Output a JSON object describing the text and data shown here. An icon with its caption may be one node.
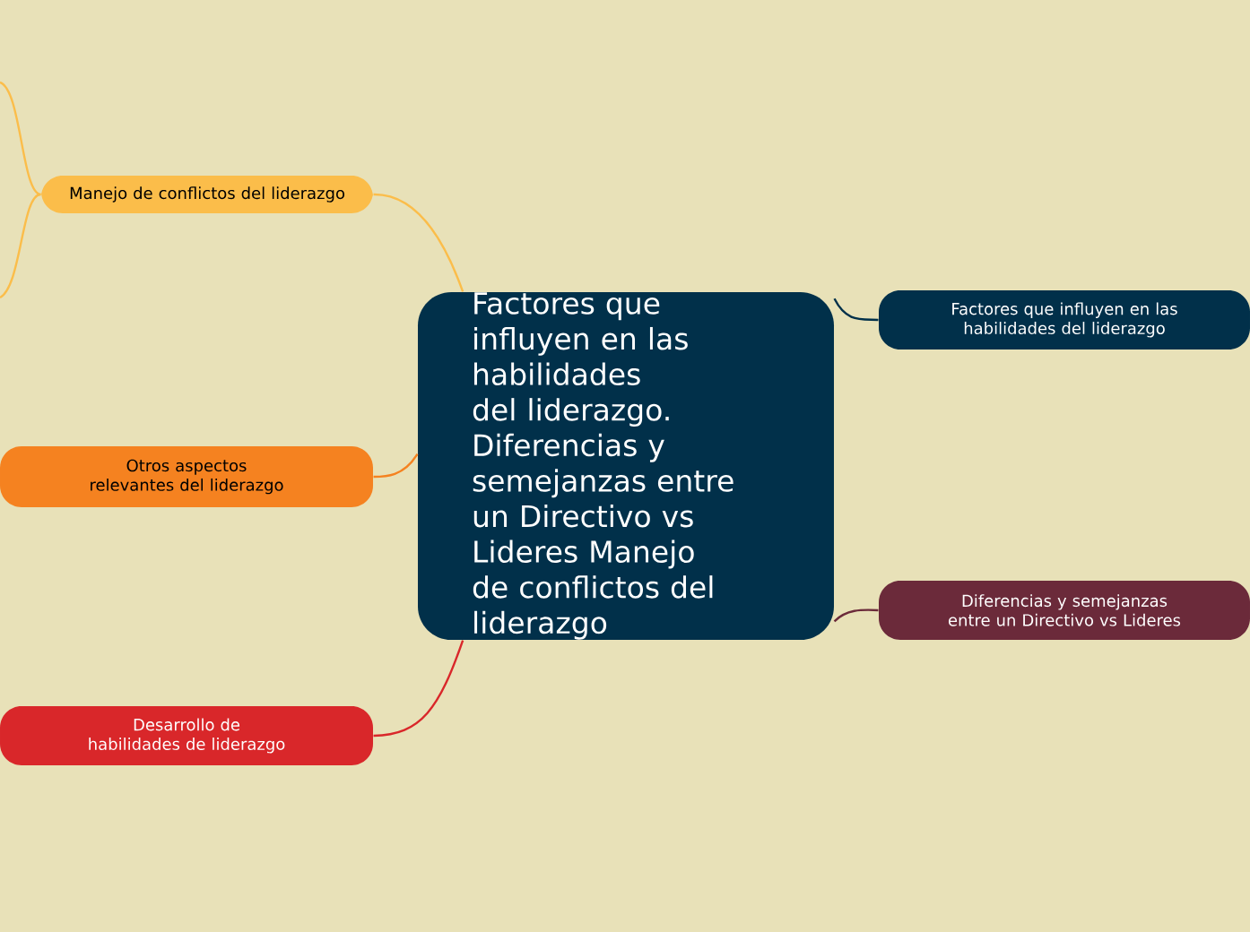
{
  "diagram": {
    "nodes": [
      {
        "text": [
          "Factores que influyen en las habilidades del liderazgo. Diferencias y semejanzas entre un Directivo vs Lideres Manejo de conflictos del liderazgo"
        ]
      },
      {
        "text": [
          "Manejo de conflictos del liderazgo"
        ]
      },
      {
        "text": [
          "Otros aspectos relevantes del liderazgo"
        ]
      },
      {
        "text": [
          "Desarrollo de habilidades de liderazgo"
        ]
      },
      {
        "text": [
          "Factores que influyen en las habilidades del liderazgo"
        ]
      },
      {
        "text": [
          "Diferencias y semejanzas entre un Directivo vs Lideres"
        ]
      }
    ],
    "edges": [
      {
        "from": 0,
        "to": 1,
        "arrow": "none",
        "color": "#fbbd4a"
      },
      {
        "from": 0,
        "to": 2,
        "arrow": "none",
        "color": "#f58220"
      },
      {
        "from": 0,
        "to": 3,
        "arrow": "none",
        "color": "#d9272a"
      },
      {
        "from": 0,
        "to": 4,
        "arrow": "none",
        "color": "#01304a"
      },
      {
        "from": 0,
        "to": 5,
        "arrow": "none",
        "color": "#6b2a3a"
      },
      {
        "from": 1,
        "to": null,
        "arrow": "none",
        "color": "#fbbd4a"
      },
      {
        "from": 1,
        "to": null,
        "arrow": "none",
        "color": "#fbbd4a"
      }
    ]
  }
}
